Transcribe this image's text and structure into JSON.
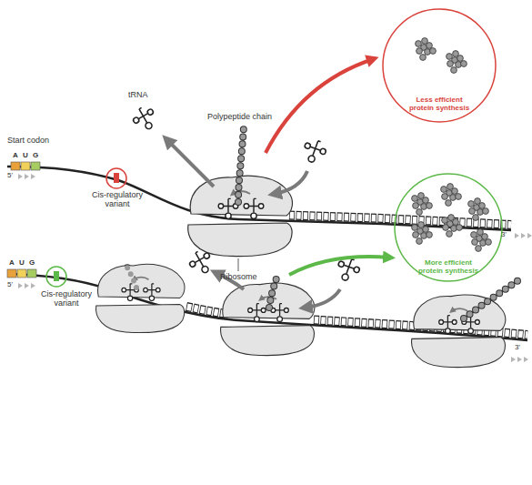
{
  "diagram": {
    "nodes": [
      {
        "text": [
          "Less efficient protein synthesis"
        ]
      },
      {
        "text": [
          "More efficient protein synthesis"
        ]
      }
    ],
    "labels": [
      "Start codon",
      "A",
      "U",
      "G",
      "5'",
      "tRNA",
      "Polypeptide chain",
      "Cis-regulatory variant",
      "Ribosome",
      "3'",
      "A",
      "U",
      "G",
      "5'",
      "Cis-regulatory variant",
      "3'"
    ]
  }
}
